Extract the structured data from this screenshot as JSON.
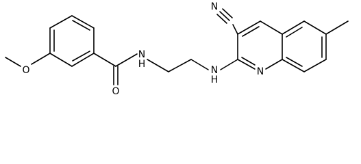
{
  "structure": {
    "atom_labels": {
      "methoxy_oxygen": "O",
      "carbonyl_oxygen": "O",
      "amide_nitrogen": "N",
      "amine_nitrogen": "N",
      "amine_hydrogen": "H",
      "ring_nitrogen": "N",
      "nitrile_nitrogen": "N",
      "methyl_group": ""
    },
    "colors": {
      "line": "#000000",
      "background": "#ffffff"
    }
  }
}
